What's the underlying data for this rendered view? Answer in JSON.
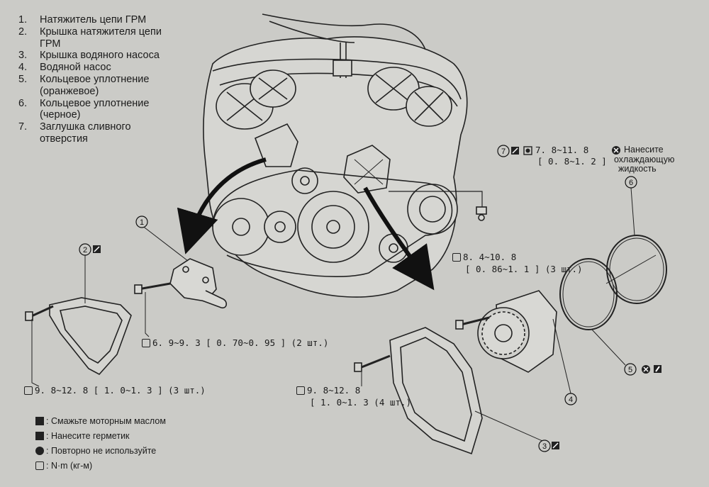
{
  "legend_parts": [
    {
      "num": "1.",
      "text": "Натяжитель цепи ГРМ"
    },
    {
      "num": "2.",
      "text": "Крышка натяжителя цепи\nГРМ"
    },
    {
      "num": "3.",
      "text": "Крышка водяного насоса"
    },
    {
      "num": "4.",
      "text": "Водяной насос"
    },
    {
      "num": "5.",
      "text": "Кольцевое уплотнение\n(оранжевое)"
    },
    {
      "num": "6.",
      "text": "Кольцевое уплотнение\n(черное)"
    },
    {
      "num": "7.",
      "text": "Заглушка сливного\nотверстия"
    }
  ],
  "callouts": {
    "c1": "1",
    "c2": "2",
    "c3": "3",
    "c4": "4",
    "c5": "5",
    "c6": "6",
    "c7": "7"
  },
  "torque_specs": {
    "t7_a": "7. 8~11. 8",
    "t7_b": "[ 0. 8~1. 2 ]",
    "t4_a": "8. 4~10. 8",
    "t4_b": "[ 0. 86~1. 1 ] (3 шт.)",
    "t1": "6. 9~9. 3 [ 0. 70~0. 95 ] (2 шт.)",
    "t2": "9. 8~12. 8 [ 1. 0~1. 3 ] (3 шт.)",
    "t3_a": "9. 8~12. 8",
    "t3_b": "[ 1. 0~1. 3 (4 шт.)"
  },
  "coolant_note": {
    "l1": "Нанесите",
    "l2": "охлаждающую",
    "l3": "жидкость"
  },
  "symbol_legend": [
    {
      "icon": "oil-icon",
      "text": ": Смажьте моторным маслом"
    },
    {
      "icon": "sealant-icon",
      "text": ": Нанесите герметик"
    },
    {
      "icon": "do-not-reuse-icon",
      "text": ": Повторно не используйте"
    },
    {
      "icon": "torque-icon",
      "text": ": N·m (кг-м)"
    }
  ]
}
